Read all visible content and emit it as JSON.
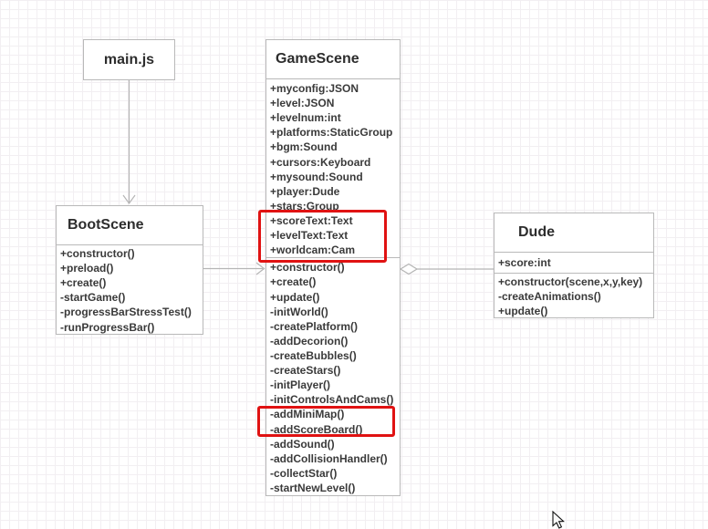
{
  "diagram": {
    "type": "uml-class-diagram",
    "classes": [
      {
        "title": "main.js",
        "attributes": [],
        "methods": []
      },
      {
        "title": "BootScene",
        "attributes": [],
        "methods": [
          "+constructor()",
          "+preload()",
          "+create()",
          "-startGame()",
          "-progressBarStressTest()",
          "-runProgressBar()"
        ]
      },
      {
        "title": "GameScene",
        "attributes": [
          "+myconfig:JSON",
          "+level:JSON",
          "+levelnum:int",
          "+platforms:StaticGroup",
          "+bgm:Sound",
          "+cursors:Keyboard",
          "+mysound:Sound",
          "+player:Dude",
          "+stars:Group",
          "+scoreText:Text",
          "+levelText:Text",
          "+worldcam:Cam"
        ],
        "methods": [
          "+constructor()",
          "+create()",
          "+update()",
          "-initWorld()",
          "-createPlatform()",
          "-addDecorion()",
          "-createBubbles()",
          "-createStars()",
          "-initPlayer()",
          "-initControlsAndCams()",
          "-addMiniMap()",
          "-addScoreBoard()",
          "-addSound()",
          "-addCollisionHandler()",
          "-collectStar()",
          "-startNewLevel()"
        ]
      },
      {
        "title": "Dude",
        "attributes": [
          "+score:int"
        ],
        "methods": [
          "+constructor(scene,x,y,key)",
          "-createAnimations()",
          "+update()"
        ]
      }
    ],
    "relations": [
      {
        "from": "main.js",
        "to": "BootScene",
        "type": "dependency",
        "marker": "open-arrow"
      },
      {
        "from": "BootScene",
        "to": "GameScene",
        "type": "dependency",
        "marker": "open-arrow"
      },
      {
        "from": "GameScene",
        "to": "Dude",
        "type": "aggregation",
        "marker": "open-diamond"
      }
    ],
    "highlights": [
      {
        "class": "GameScene",
        "section": "attributes",
        "from_index": 9,
        "to_index": 11,
        "color": "#e01212"
      },
      {
        "class": "GameScene",
        "section": "methods",
        "from_index": 10,
        "to_index": 11,
        "color": "#e01212"
      }
    ],
    "colors": {
      "box_border": "#b9b9b9",
      "connector": "#b5b5b5",
      "title_text": "#2d2d2d",
      "member_text": "#3a3a3a",
      "highlight": "#e01212",
      "grid": "#f2eff2"
    }
  }
}
